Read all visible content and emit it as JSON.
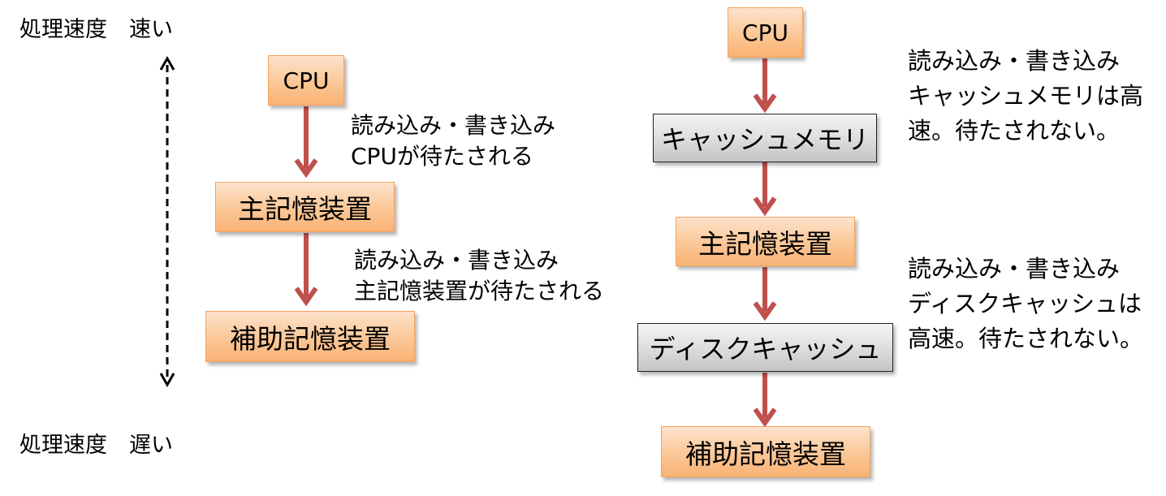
{
  "scale": {
    "fast": "処理速度　速い",
    "slow": "処理速度　遅い"
  },
  "left": {
    "cpu": "CPU",
    "main_memory": "主記憶装置",
    "aux_storage": "補助記憶装置",
    "note1": [
      "読み込み・書き込み",
      "CPUが待たされる"
    ],
    "note2": [
      "読み込み・書き込み",
      "主記憶装置が待たされる"
    ]
  },
  "right": {
    "cpu": "CPU",
    "cache_memory": "キャッシュメモリ",
    "main_memory": "主記憶装置",
    "disk_cache": "ディスクキャッシュ",
    "aux_storage": "補助記憶装置",
    "note1": [
      "読み込み・書き込み",
      "キャッシュメモリは高",
      "速。待たされない。"
    ],
    "note2": [
      "読み込み・書き込み",
      "ディスクキャッシュは",
      "高速。待たされない。"
    ]
  },
  "colors": {
    "arrow": "#c0504d",
    "orange_border": "#f3a35e",
    "gray_border": "#222222"
  }
}
